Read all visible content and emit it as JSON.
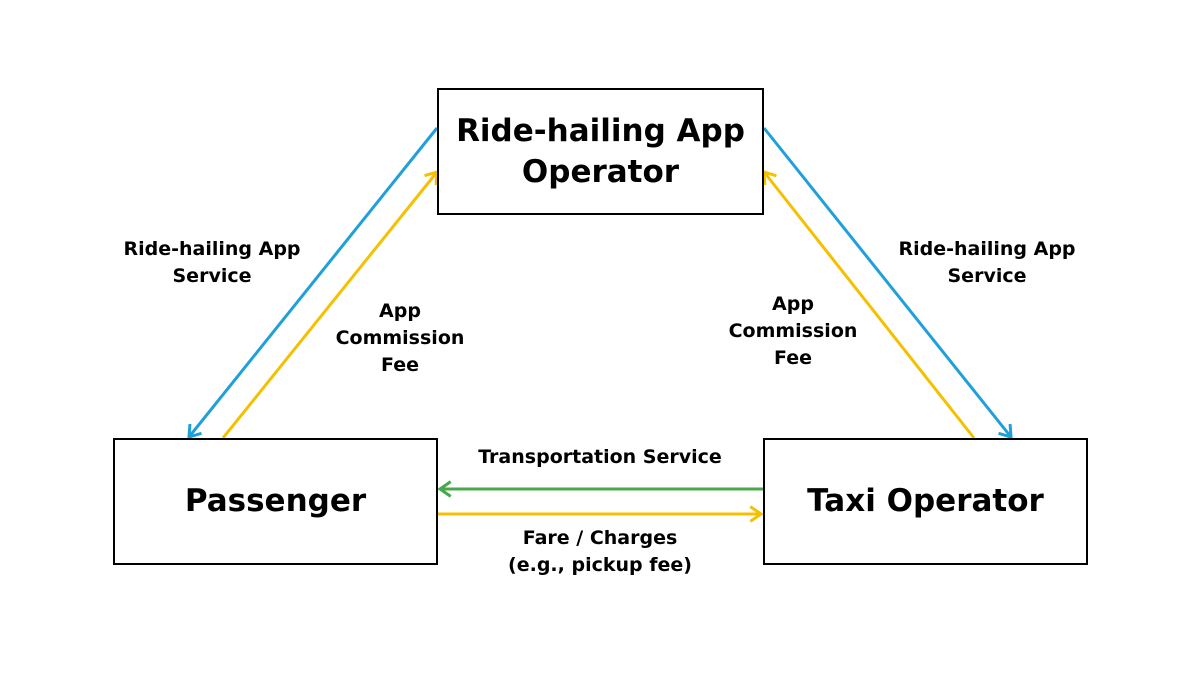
{
  "diagram": {
    "nodes": {
      "app_operator": {
        "lines": [
          "Ride-hailing App",
          "Operator"
        ]
      },
      "passenger": {
        "lines": [
          "Passenger"
        ]
      },
      "taxi_operator": {
        "lines": [
          "Taxi Operator"
        ]
      }
    },
    "edges": {
      "app_to_passenger": {
        "from": "app_operator",
        "to": "passenger",
        "color": "#1fa0d8",
        "label_lines": [
          "Ride-hailing App",
          "Service"
        ]
      },
      "passenger_to_app": {
        "from": "passenger",
        "to": "app_operator",
        "color": "#f5c000",
        "label_lines": [
          "App",
          "Commission",
          "Fee"
        ]
      },
      "app_to_taxi": {
        "from": "app_operator",
        "to": "taxi_operator",
        "color": "#1fa0d8",
        "label_lines": [
          "Ride-hailing App",
          "Service"
        ]
      },
      "taxi_to_app": {
        "from": "taxi_operator",
        "to": "app_operator",
        "color": "#f5c000",
        "label_lines": [
          "App",
          "Commission",
          "Fee"
        ]
      },
      "taxi_to_passenger": {
        "from": "taxi_operator",
        "to": "passenger",
        "color": "#4aa84a",
        "label_lines": [
          "Transportation Service"
        ]
      },
      "passenger_to_taxi": {
        "from": "passenger",
        "to": "taxi_operator",
        "color": "#f5c000",
        "label_lines": [
          "Fare / Charges",
          "(e.g., pickup fee)"
        ]
      }
    }
  }
}
